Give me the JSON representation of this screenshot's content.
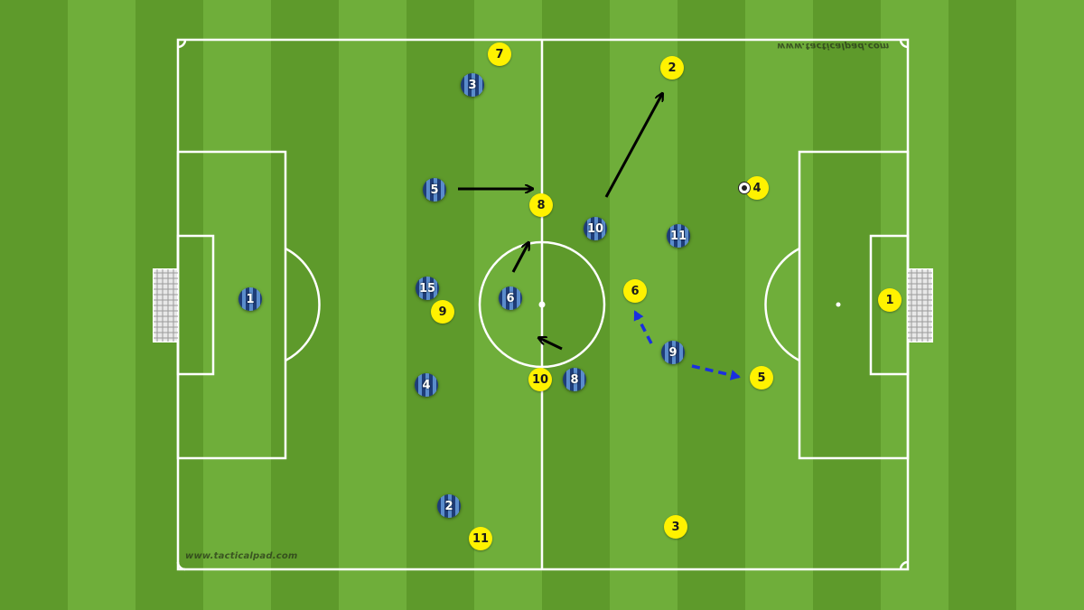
{
  "watermarks": {
    "top": "www.tacticalpad.com",
    "bottom": "www.tacticalpad.com"
  },
  "colors": {
    "team_yellow": "#fff200",
    "team_blue_dark": "#1e3d78",
    "team_blue_light": "#5a8ccc",
    "pass_arrow": "#1a2fe0",
    "run_arrow": "#000000"
  },
  "icons": {
    "ball": "football-icon",
    "goal": "goal-net-icon"
  },
  "players": {
    "yellow": [
      {
        "label": "7"
      },
      {
        "label": "2"
      },
      {
        "label": "4"
      },
      {
        "label": "8"
      },
      {
        "label": "9"
      },
      {
        "label": "6"
      },
      {
        "label": "1"
      },
      {
        "label": "10"
      },
      {
        "label": "5"
      },
      {
        "label": "3"
      },
      {
        "label": "11"
      }
    ],
    "blue": [
      {
        "label": "3"
      },
      {
        "label": "5"
      },
      {
        "label": "10"
      },
      {
        "label": "11"
      },
      {
        "label": "1"
      },
      {
        "label": "15"
      },
      {
        "label": "6"
      },
      {
        "label": "9"
      },
      {
        "label": "4"
      },
      {
        "label": "8"
      },
      {
        "label": "2"
      }
    ]
  }
}
